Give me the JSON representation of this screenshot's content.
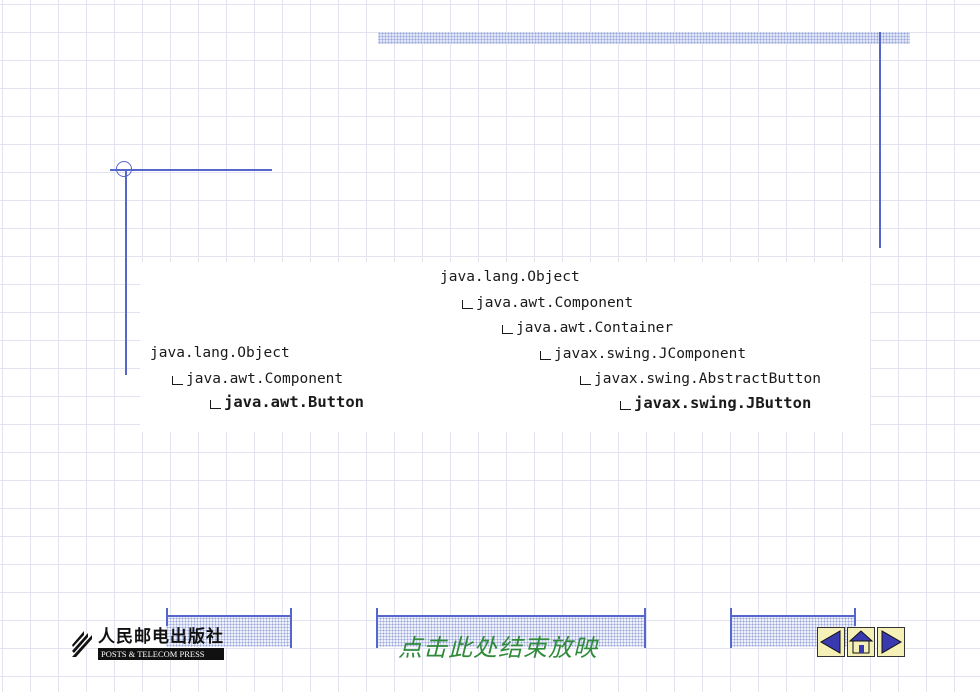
{
  "tree_left": {
    "lines": [
      "java.lang.Object",
      "java.awt.Component",
      "java.awt.Button"
    ]
  },
  "tree_right": {
    "lines": [
      "java.lang.Object",
      "java.awt.Component",
      "java.awt.Container",
      "javax.swing.JComponent",
      "javax.swing.AbstractButton",
      "javax.swing.JButton"
    ]
  },
  "footer": {
    "end_show_label": "点击此处结束放映",
    "publisher_name": "人民邮电出版社",
    "publisher_en": "POSTS & TELECOM PRESS"
  },
  "nav": {
    "prev_icon": "triangle-left-icon",
    "home_icon": "home-icon",
    "next_icon": "triangle-right-icon"
  },
  "colors": {
    "accent_line": "#5566cc",
    "end_show_text": "#2f8a3a",
    "nav_button_fill": "#f4f0b8",
    "nav_icon_fill": "#3a3ab0"
  }
}
